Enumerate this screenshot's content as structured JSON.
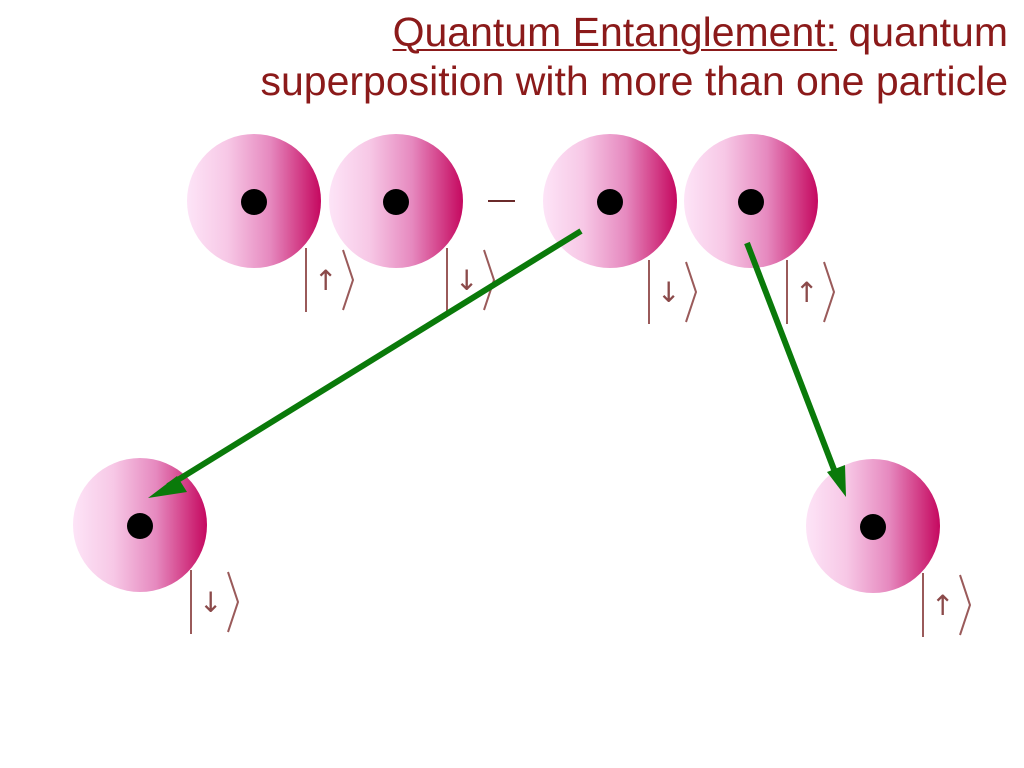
{
  "title": {
    "term": "Quantum Entanglement:",
    "rest_line1": " quantum",
    "line2": "superposition with more than one particle"
  },
  "superposition": {
    "term1_kets": [
      "↑",
      "↓"
    ],
    "operator": "−",
    "term2_kets": [
      "↓",
      "↑"
    ]
  },
  "outcomes": {
    "left_ket": "↓",
    "right_ket": "↑"
  },
  "colors": {
    "title": "#8b1a1a",
    "arrow": "#0a7a0a",
    "ball_light": "#fde4f7",
    "ball_dark": "#c5085f"
  }
}
